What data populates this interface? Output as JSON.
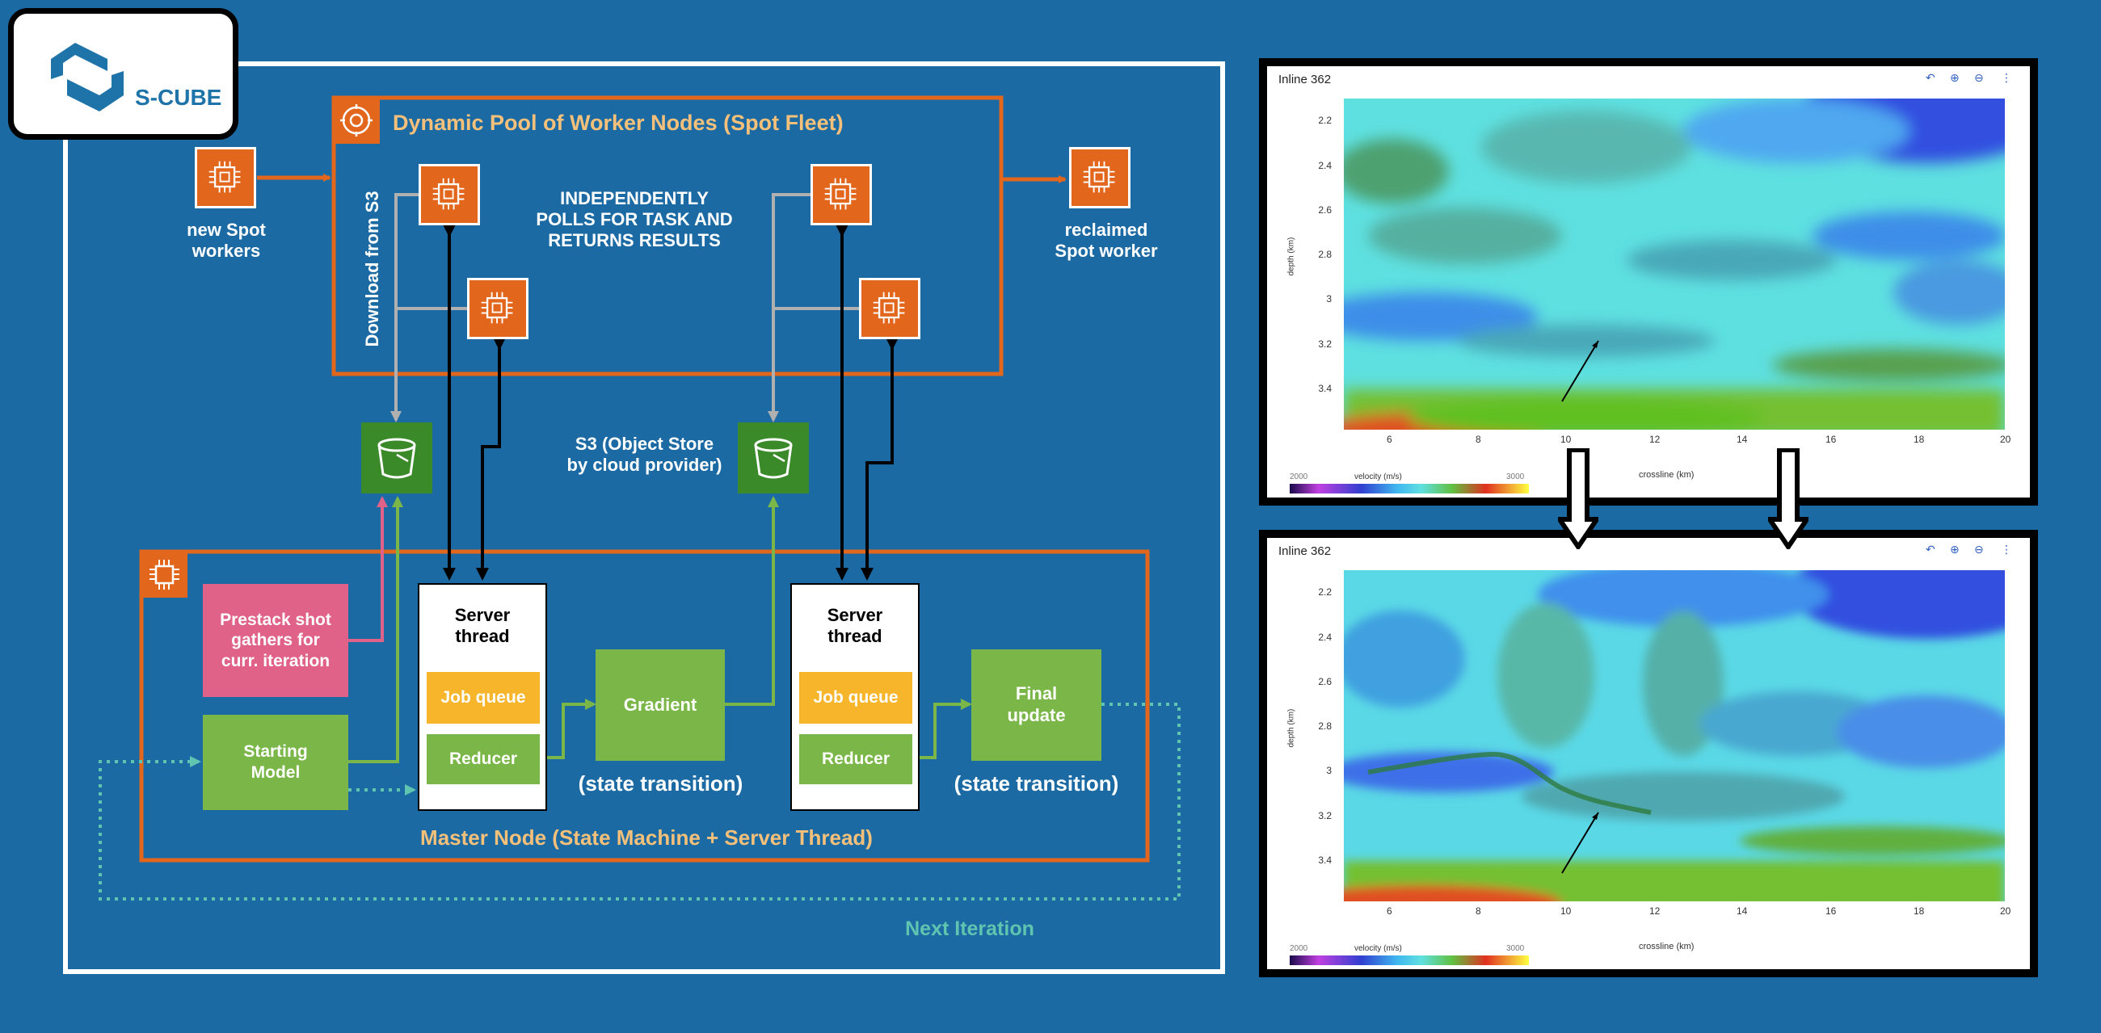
{
  "logo": {
    "text": "S-CUBE"
  },
  "diagram": {
    "worker_pool_title": "Dynamic Pool of Worker Nodes (Spot Fleet)",
    "new_spot_workers": [
      "new Spot",
      "workers"
    ],
    "reclaimed_worker": [
      "reclaimed",
      "Spot worker"
    ],
    "download_from_s3": "Download from S3",
    "independently_polls": [
      "INDEPENDENTLY",
      "POLLS FOR TASK AND",
      "RETURNS RESULTS"
    ],
    "s3_label": [
      "S3 (Object Store",
      "by cloud provider)"
    ],
    "prestack": [
      "Prestack shot",
      "gathers for",
      "curr. iteration"
    ],
    "starting_model": [
      "Starting",
      "Model"
    ],
    "server_thread": [
      "Server",
      "thread"
    ],
    "job_queue": "Job queue",
    "reducer": "Reducer",
    "gradient": "Gradient",
    "final_update": [
      "Final",
      "update"
    ],
    "state_transition": "(state transition)",
    "master_node_title": "Master Node (State Machine + Server Thread)",
    "next_iteration": "Next Iteration"
  },
  "plots": [
    {
      "title": "Inline 362",
      "y_ticks": [
        "2.2",
        "2.4",
        "2.6",
        "2.8",
        "3",
        "3.2",
        "3.4"
      ],
      "x_ticks": [
        "6",
        "8",
        "10",
        "12",
        "14",
        "16",
        "18",
        "20"
      ],
      "ylabel": "depth (km)",
      "xlabel": "crossline (km)",
      "colorbar_label": "velocity (m/s)",
      "colorbar_min": "2000",
      "colorbar_max": "3000",
      "toolbar_icons": [
        "undo-icon",
        "zoom-in-icon",
        "zoom-out-icon",
        "more-icon"
      ]
    },
    {
      "title": "Inline 362",
      "y_ticks": [
        "2.2",
        "2.4",
        "2.6",
        "2.8",
        "3",
        "3.2",
        "3.4"
      ],
      "x_ticks": [
        "6",
        "8",
        "10",
        "12",
        "14",
        "16",
        "18",
        "20"
      ],
      "ylabel": "depth (km)",
      "xlabel": "crossline (km)",
      "colorbar_label": "velocity (m/s)",
      "colorbar_min": "2000",
      "colorbar_max": "3000",
      "toolbar_icons": [
        "undo-icon",
        "zoom-in-icon",
        "zoom-out-icon",
        "more-icon"
      ]
    }
  ],
  "colors": {
    "background": "#1c6aa3",
    "orange": "#e2661c",
    "green": "#7ab648",
    "pink": "#e06288",
    "yellow": "#f7b52c",
    "dotted_teal": "#5fc4b0"
  }
}
